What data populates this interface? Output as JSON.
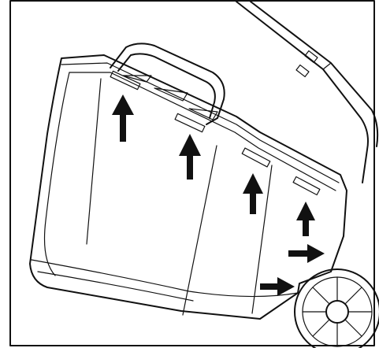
{
  "figure": {
    "subject": "grass-collector-attachment-illustration",
    "colors": {
      "ink": "#111111",
      "paper": "#ffffff"
    },
    "upward_arrow_count": 4,
    "rightward_arrow_count": 2
  }
}
